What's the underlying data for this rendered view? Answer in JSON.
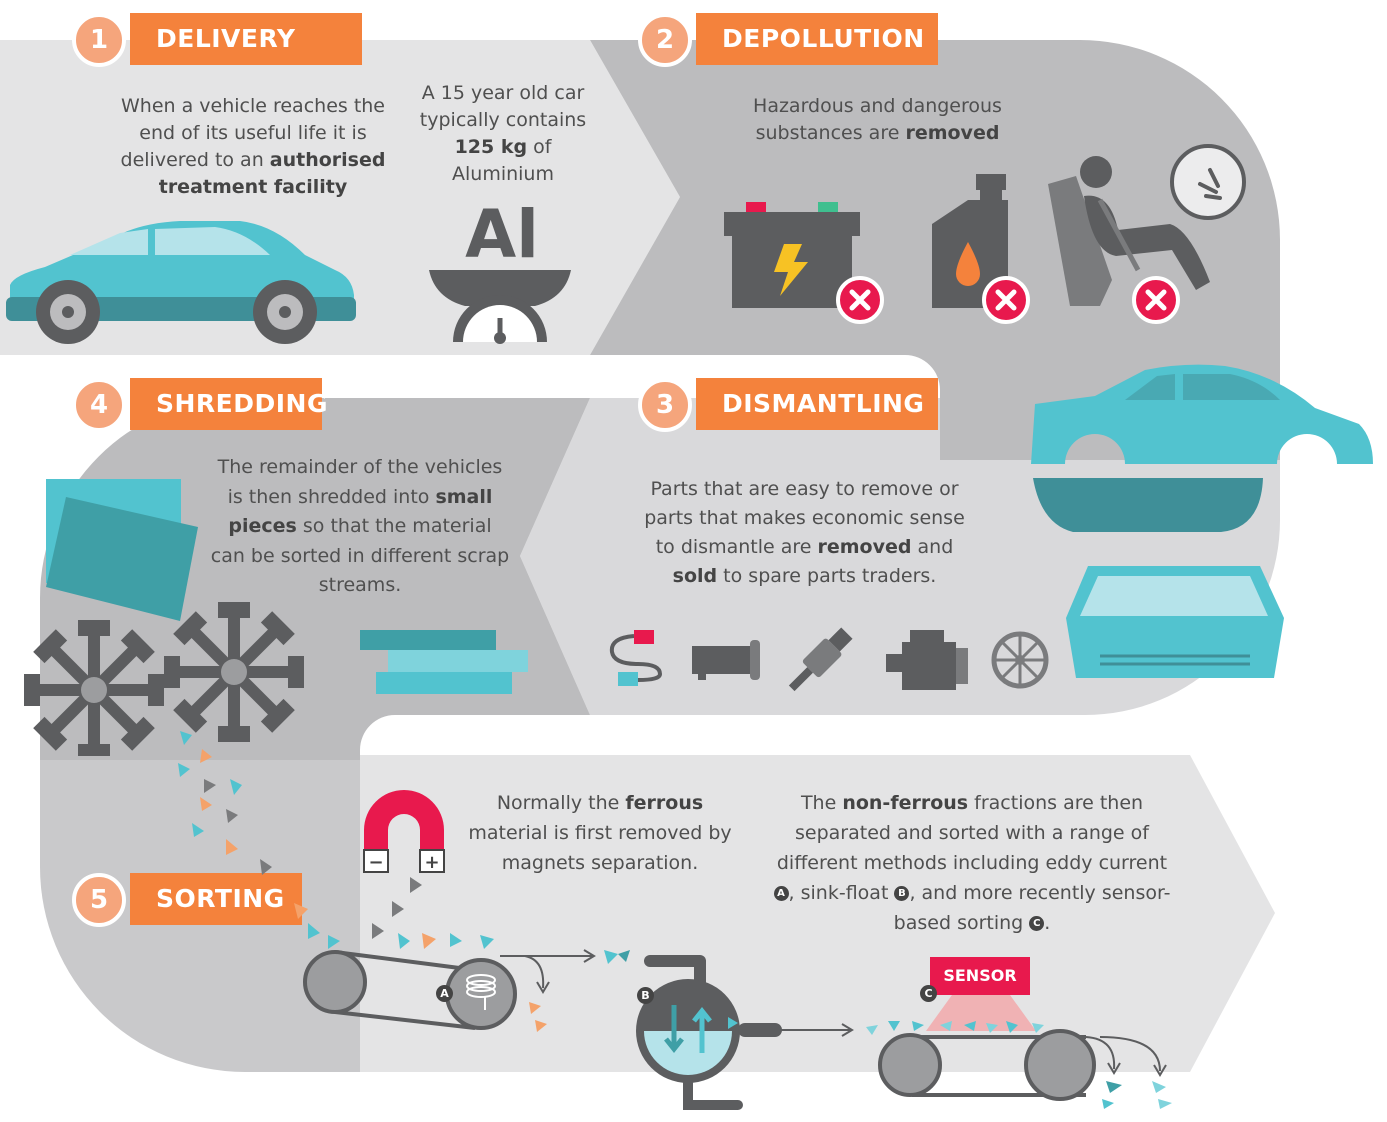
{
  "steps": [
    {
      "number": "1",
      "title": "DELIVERY"
    },
    {
      "number": "2",
      "title": "DEPOLLUTION"
    },
    {
      "number": "3",
      "title": "DISMANTLING"
    },
    {
      "number": "4",
      "title": "SHREDDING"
    },
    {
      "number": "5",
      "title": "SORTING"
    }
  ],
  "delivery": {
    "p1": "When a vehicle reaches the end of its useful life it is delivered to an ",
    "b1": "authorised treatment facility",
    "al_p1": "A 15 year old car typically contains ",
    "al_b1": "125 kg",
    "al_p2": " of Aluminium",
    "al_symbol": "Al"
  },
  "depollution": {
    "p1": "Hazardous and dangerous substances are ",
    "b1": "removed"
  },
  "dismantling": {
    "p1": "Parts that are easy to remove or parts that makes economic sense to dismantle are ",
    "b1": "removed",
    "p2": " and ",
    "b2": "sold",
    "p3": " to spare parts traders."
  },
  "shredding": {
    "p1": "The remainder of the vehicles is then shredded into ",
    "b1": "small pieces",
    "p2": " so that the material can be sorted in different scrap streams."
  },
  "sorting": {
    "ferrous_p1": "Normally the ",
    "ferrous_b1": "ferrous",
    "ferrous_p2": " material is first removed by magnets separation.",
    "nf_p1": "The ",
    "nf_b1": "non-ferrous",
    "nf_p2": " fractions are then separated and sorted with a range of different methods including eddy current ",
    "nf_a": "A",
    "nf_p3": ", sink-float ",
    "nf_b": "B",
    "nf_p4": ", and more recently sensor-based sorting ",
    "nf_c": "C",
    "nf_p5": ".",
    "sensor_label": "SENSOR",
    "marker_a": "A",
    "marker_b": "B",
    "marker_c": "C",
    "magnet_minus": "−",
    "magnet_plus": "+"
  },
  "colors": {
    "orange": "#f4823c",
    "badge": "#f5a57c",
    "teal": "#52c3cf",
    "dark_teal": "#3f8f98",
    "grey_light": "#e4e4e5",
    "grey_mid": "#d4d4d6",
    "grey_dark": "#bcbcbe",
    "icon_dark": "#5c5d5f",
    "red": "#e8194d"
  }
}
